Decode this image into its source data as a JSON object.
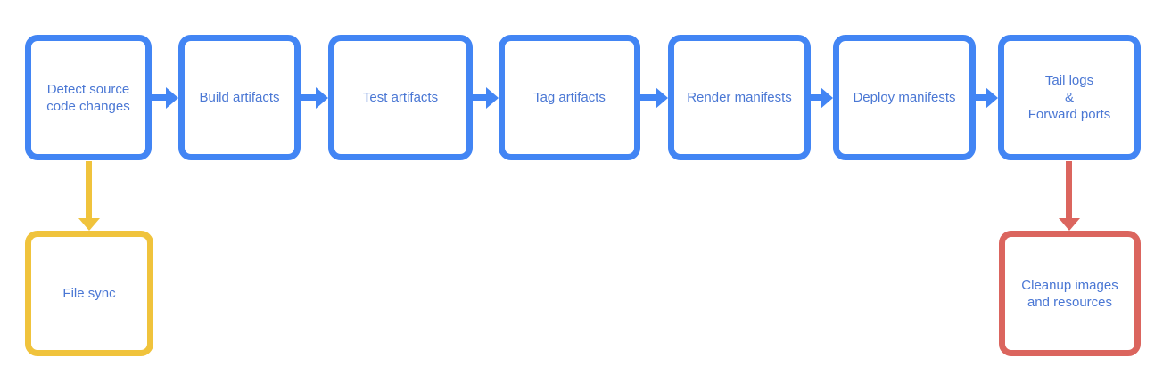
{
  "colors": {
    "blue": "#4285F4",
    "yellow": "#F0C33C",
    "red": "#DB655E",
    "text": "#4A77D4",
    "background": "#FFFFFF"
  },
  "nodes": [
    {
      "label": "Detect source\ncode changes",
      "border": "blue"
    },
    {
      "label": "Build artifacts",
      "border": "blue"
    },
    {
      "label": "Test artifacts",
      "border": "blue"
    },
    {
      "label": "Tag artifacts",
      "border": "blue"
    },
    {
      "label": "Render manifests",
      "border": "blue"
    },
    {
      "label": "Deploy manifests",
      "border": "blue"
    },
    {
      "label": "Tail logs\n&\nForward ports",
      "border": "blue"
    },
    {
      "label": "File sync",
      "border": "yellow"
    },
    {
      "label": "Cleanup images\nand resources",
      "border": "red"
    }
  ],
  "edges": [
    {
      "from": "Detect source code changes",
      "to": "Build artifacts",
      "color": "blue",
      "direction": "right"
    },
    {
      "from": "Build artifacts",
      "to": "Test artifacts",
      "color": "blue",
      "direction": "right"
    },
    {
      "from": "Test artifacts",
      "to": "Tag artifacts",
      "color": "blue",
      "direction": "right"
    },
    {
      "from": "Tag artifacts",
      "to": "Render manifests",
      "color": "blue",
      "direction": "right"
    },
    {
      "from": "Render manifests",
      "to": "Deploy manifests",
      "color": "blue",
      "direction": "right"
    },
    {
      "from": "Deploy manifests",
      "to": "Tail logs & Forward ports",
      "color": "blue",
      "direction": "right"
    },
    {
      "from": "Detect source code changes",
      "to": "File sync",
      "color": "yellow",
      "direction": "down"
    },
    {
      "from": "Tail logs & Forward ports",
      "to": "Cleanup images and resources",
      "color": "red",
      "direction": "down"
    }
  ]
}
